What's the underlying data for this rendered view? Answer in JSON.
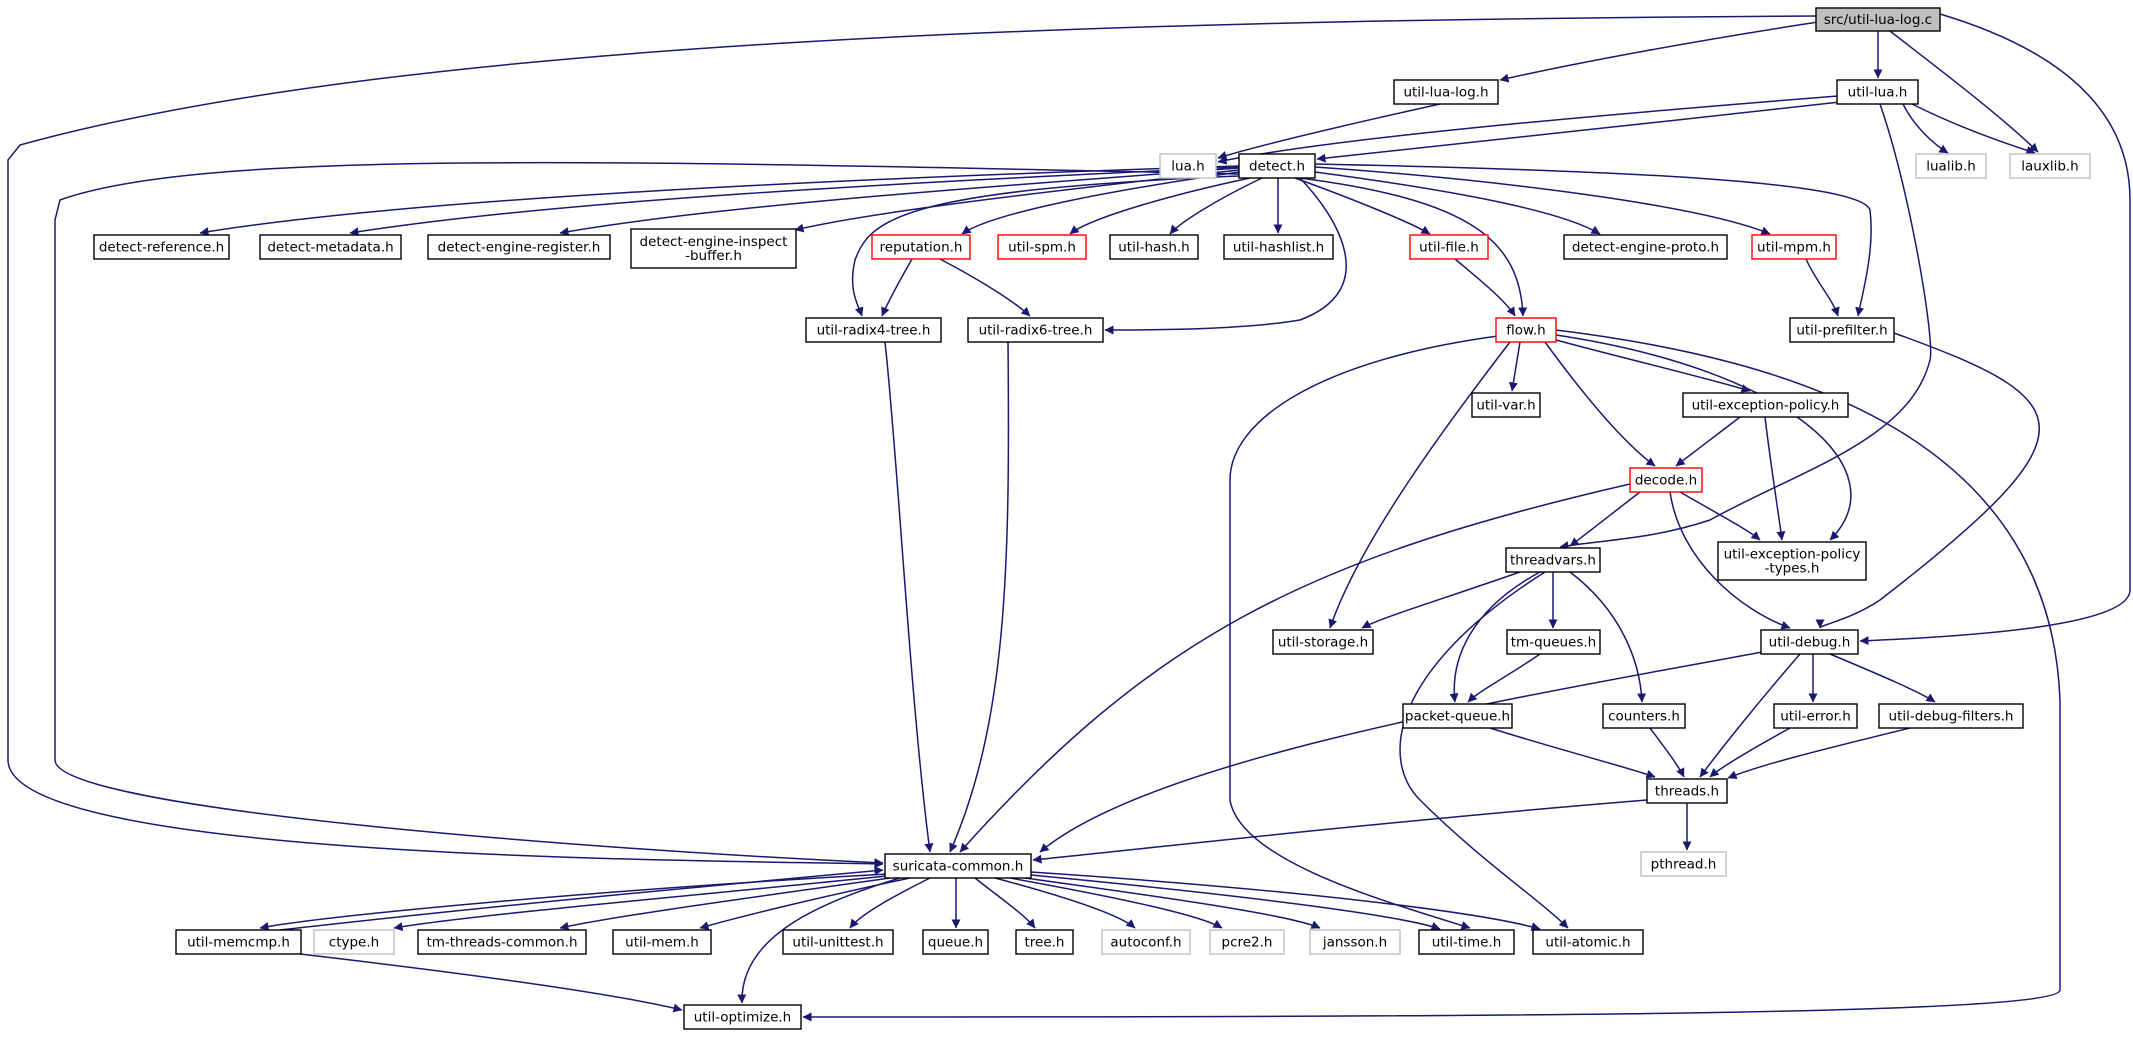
{
  "colors": {
    "edge": "#191970",
    "node_border": "#000000",
    "external_border": "#bfbfbf",
    "broken_border": "#ff0000",
    "root_fill": "#bfbfbf",
    "text": "#000000"
  },
  "nodes": {
    "src_util_lua_log_c": {
      "lines": [
        "src/util-lua-log.c"
      ],
      "kind": "root"
    },
    "util_lua_log_h": {
      "lines": [
        "util-lua-log.h"
      ],
      "kind": "normal"
    },
    "util_lua_h": {
      "lines": [
        "util-lua.h"
      ],
      "kind": "normal"
    },
    "lua_h": {
      "lines": [
        "lua.h"
      ],
      "kind": "external"
    },
    "detect_h": {
      "lines": [
        "detect.h"
      ],
      "kind": "normal"
    },
    "lualib_h": {
      "lines": [
        "lualib.h"
      ],
      "kind": "external"
    },
    "lauxlib_h": {
      "lines": [
        "lauxlib.h"
      ],
      "kind": "external"
    },
    "detect_reference_h": {
      "lines": [
        "detect-reference.h"
      ],
      "kind": "normal"
    },
    "detect_metadata_h": {
      "lines": [
        "detect-metadata.h"
      ],
      "kind": "normal"
    },
    "detect_engine_register_h": {
      "lines": [
        "detect-engine-register.h"
      ],
      "kind": "normal"
    },
    "detect_engine_inspect_buffer_h": {
      "lines": [
        "detect-engine-inspect",
        "-buffer.h"
      ],
      "kind": "normal"
    },
    "reputation_h": {
      "lines": [
        "reputation.h"
      ],
      "kind": "broken"
    },
    "util_spm_h": {
      "lines": [
        "util-spm.h"
      ],
      "kind": "broken"
    },
    "util_hash_h": {
      "lines": [
        "util-hash.h"
      ],
      "kind": "normal"
    },
    "util_hashlist_h": {
      "lines": [
        "util-hashlist.h"
      ],
      "kind": "normal"
    },
    "util_file_h": {
      "lines": [
        "util-file.h"
      ],
      "kind": "broken"
    },
    "detect_engine_proto_h": {
      "lines": [
        "detect-engine-proto.h"
      ],
      "kind": "normal"
    },
    "util_mpm_h": {
      "lines": [
        "util-mpm.h"
      ],
      "kind": "broken"
    },
    "util_radix4_tree_h": {
      "lines": [
        "util-radix4-tree.h"
      ],
      "kind": "normal"
    },
    "util_radix6_tree_h": {
      "lines": [
        "util-radix6-tree.h"
      ],
      "kind": "normal"
    },
    "flow_h": {
      "lines": [
        "flow.h"
      ],
      "kind": "broken"
    },
    "util_prefilter_h": {
      "lines": [
        "util-prefilter.h"
      ],
      "kind": "normal"
    },
    "util_var_h": {
      "lines": [
        "util-var.h"
      ],
      "kind": "normal"
    },
    "util_exception_policy_h": {
      "lines": [
        "util-exception-policy.h"
      ],
      "kind": "normal"
    },
    "decode_h": {
      "lines": [
        "decode.h"
      ],
      "kind": "broken"
    },
    "threadvars_h": {
      "lines": [
        "threadvars.h"
      ],
      "kind": "normal"
    },
    "util_exception_policy_types_h": {
      "lines": [
        "util-exception-policy",
        "-types.h"
      ],
      "kind": "normal"
    },
    "util_storage_h": {
      "lines": [
        "util-storage.h"
      ],
      "kind": "normal"
    },
    "tm_queues_h": {
      "lines": [
        "tm-queues.h"
      ],
      "kind": "normal"
    },
    "util_debug_h": {
      "lines": [
        "util-debug.h"
      ],
      "kind": "normal"
    },
    "packet_queue_h": {
      "lines": [
        "packet-queue.h"
      ],
      "kind": "normal"
    },
    "counters_h": {
      "lines": [
        "counters.h"
      ],
      "kind": "normal"
    },
    "util_error_h": {
      "lines": [
        "util-error.h"
      ],
      "kind": "normal"
    },
    "util_debug_filters_h": {
      "lines": [
        "util-debug-filters.h"
      ],
      "kind": "normal"
    },
    "threads_h": {
      "lines": [
        "threads.h"
      ],
      "kind": "normal"
    },
    "pthread_h": {
      "lines": [
        "pthread.h"
      ],
      "kind": "external"
    },
    "suricata_common_h": {
      "lines": [
        "suricata-common.h"
      ],
      "kind": "normal"
    },
    "util_memcmp_h": {
      "lines": [
        "util-memcmp.h"
      ],
      "kind": "normal"
    },
    "ctype_h": {
      "lines": [
        "ctype.h"
      ],
      "kind": "external"
    },
    "tm_threads_common_h": {
      "lines": [
        "tm-threads-common.h"
      ],
      "kind": "normal"
    },
    "util_mem_h": {
      "lines": [
        "util-mem.h"
      ],
      "kind": "normal"
    },
    "util_unittest_h": {
      "lines": [
        "util-unittest.h"
      ],
      "kind": "normal"
    },
    "queue_h": {
      "lines": [
        "queue.h"
      ],
      "kind": "normal"
    },
    "tree_h": {
      "lines": [
        "tree.h"
      ],
      "kind": "normal"
    },
    "autoconf_h": {
      "lines": [
        "autoconf.h"
      ],
      "kind": "external"
    },
    "pcre2_h": {
      "lines": [
        "pcre2.h"
      ],
      "kind": "external"
    },
    "jansson_h": {
      "lines": [
        "jansson.h"
      ],
      "kind": "external"
    },
    "util_time_h": {
      "lines": [
        "util-time.h"
      ],
      "kind": "normal"
    },
    "util_atomic_h": {
      "lines": [
        "util-atomic.h"
      ],
      "kind": "normal"
    },
    "util_optimize_h": {
      "lines": [
        "util-optimize.h"
      ],
      "kind": "normal"
    }
  },
  "edges": [
    [
      "src_util_lua_log_c",
      "util_lua_log_h"
    ],
    [
      "src_util_lua_log_c",
      "util_lua_h"
    ],
    [
      "src_util_lua_log_c",
      "lauxlib_h"
    ],
    [
      "src_util_lua_log_c",
      "util_debug_h"
    ],
    [
      "src_util_lua_log_c",
      "suricata_common_h"
    ],
    [
      "util_lua_log_h",
      "lua_h"
    ],
    [
      "util_lua_h",
      "lua_h"
    ],
    [
      "util_lua_h",
      "detect_h"
    ],
    [
      "util_lua_h",
      "lualib_h"
    ],
    [
      "util_lua_h",
      "lauxlib_h"
    ],
    [
      "util_lua_h",
      "threadvars_h"
    ],
    [
      "detect_h",
      "detect_reference_h"
    ],
    [
      "detect_h",
      "detect_metadata_h"
    ],
    [
      "detect_h",
      "detect_engine_register_h"
    ],
    [
      "detect_h",
      "detect_engine_inspect_buffer_h"
    ],
    [
      "detect_h",
      "reputation_h"
    ],
    [
      "detect_h",
      "util_spm_h"
    ],
    [
      "detect_h",
      "util_hash_h"
    ],
    [
      "detect_h",
      "util_hashlist_h"
    ],
    [
      "detect_h",
      "util_file_h"
    ],
    [
      "detect_h",
      "detect_engine_proto_h"
    ],
    [
      "detect_h",
      "util_mpm_h"
    ],
    [
      "detect_h",
      "util_prefilter_h"
    ],
    [
      "detect_h",
      "util_radix4_tree_h"
    ],
    [
      "detect_h",
      "util_radix6_tree_h"
    ],
    [
      "detect_h",
      "flow_h"
    ],
    [
      "detect_h",
      "suricata_common_h"
    ],
    [
      "reputation_h",
      "util_radix4_tree_h"
    ],
    [
      "reputation_h",
      "util_radix6_tree_h"
    ],
    [
      "util_file_h",
      "flow_h"
    ],
    [
      "util_mpm_h",
      "util_prefilter_h"
    ],
    [
      "util_prefilter_h",
      "util_debug_h"
    ],
    [
      "util_radix4_tree_h",
      "suricata_common_h"
    ],
    [
      "util_radix6_tree_h",
      "suricata_common_h"
    ],
    [
      "flow_h",
      "util_var_h"
    ],
    [
      "flow_h",
      "util_exception_policy_h"
    ],
    [
      "flow_h",
      "decode_h"
    ],
    [
      "flow_h",
      "util_storage_h"
    ],
    [
      "flow_h",
      "util_exception_policy_types_h"
    ],
    [
      "flow_h",
      "util_time_h"
    ],
    [
      "flow_h",
      "util_optimize_h"
    ],
    [
      "util_exception_policy_h",
      "decode_h"
    ],
    [
      "util_exception_policy_h",
      "util_exception_policy_types_h"
    ],
    [
      "decode_h",
      "threadvars_h"
    ],
    [
      "decode_h",
      "util_exception_policy_types_h"
    ],
    [
      "decode_h",
      "util_debug_h"
    ],
    [
      "decode_h",
      "suricata_common_h"
    ],
    [
      "threadvars_h",
      "util_storage_h"
    ],
    [
      "threadvars_h",
      "tm_queues_h"
    ],
    [
      "threadvars_h",
      "packet_queue_h"
    ],
    [
      "threadvars_h",
      "counters_h"
    ],
    [
      "threadvars_h",
      "util_atomic_h"
    ],
    [
      "tm_queues_h",
      "packet_queue_h"
    ],
    [
      "util_debug_h",
      "util_error_h"
    ],
    [
      "util_debug_h",
      "util_debug_filters_h"
    ],
    [
      "util_debug_h",
      "threads_h"
    ],
    [
      "util_debug_h",
      "suricata_common_h"
    ],
    [
      "packet_queue_h",
      "threads_h"
    ],
    [
      "counters_h",
      "threads_h"
    ],
    [
      "util_error_h",
      "threads_h"
    ],
    [
      "util_debug_filters_h",
      "threads_h"
    ],
    [
      "threads_h",
      "pthread_h"
    ],
    [
      "threads_h",
      "suricata_common_h"
    ],
    [
      "suricata_common_h",
      "util_memcmp_h"
    ],
    [
      "suricata_common_h",
      "ctype_h"
    ],
    [
      "suricata_common_h",
      "tm_threads_common_h"
    ],
    [
      "suricata_common_h",
      "util_mem_h"
    ],
    [
      "suricata_common_h",
      "util_unittest_h"
    ],
    [
      "suricata_common_h",
      "queue_h"
    ],
    [
      "suricata_common_h",
      "tree_h"
    ],
    [
      "suricata_common_h",
      "autoconf_h"
    ],
    [
      "suricata_common_h",
      "pcre2_h"
    ],
    [
      "suricata_common_h",
      "jansson_h"
    ],
    [
      "suricata_common_h",
      "util_time_h"
    ],
    [
      "suricata_common_h",
      "util_atomic_h"
    ],
    [
      "suricata_common_h",
      "util_optimize_h"
    ],
    [
      "util_memcmp_h",
      "suricata_common_h"
    ],
    [
      "util_memcmp_h",
      "util_optimize_h"
    ]
  ]
}
